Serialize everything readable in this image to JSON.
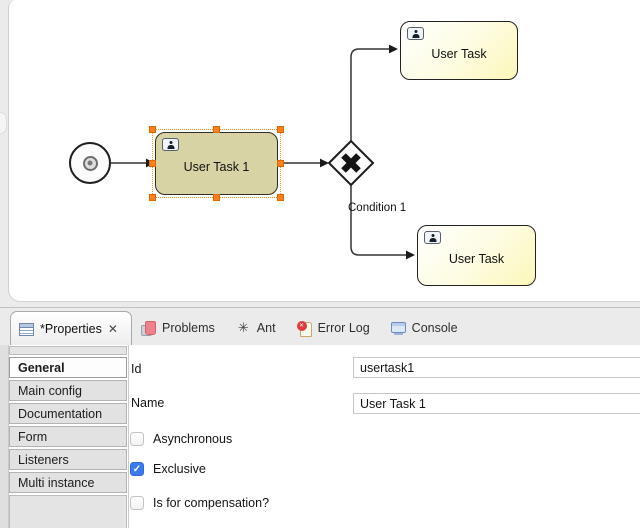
{
  "diagram": {
    "tasks": [
      {
        "label": "User Task 1",
        "selected": true
      },
      {
        "label": "User Task",
        "selected": false
      },
      {
        "label": "User Task",
        "selected": false
      }
    ],
    "condition_label": "Condition 1",
    "gateway": "exclusive-gateway",
    "start_event": "start-event"
  },
  "panel_tabs": {
    "properties": "*Properties",
    "problems": "Problems",
    "ant": "Ant",
    "error_log": "Error Log",
    "console": "Console"
  },
  "properties_view": {
    "sections": [
      "General",
      "Main config",
      "Documentation",
      "Form",
      "Listeners",
      "Multi instance"
    ],
    "active_section": "General",
    "id_label": "Id",
    "id_value": "usertask1",
    "name_label": "Name",
    "name_value": "User Task 1",
    "checkboxes": [
      {
        "label": "Asynchronous",
        "checked": false
      },
      {
        "label": "Exclusive",
        "checked": true
      },
      {
        "label": "Is for compensation?",
        "checked": false
      }
    ]
  },
  "icons": {
    "properties_tab": "table-icon",
    "close": "close-icon",
    "problems": "problems-marker-icon",
    "ant": "ant-icon",
    "error_log": "error-log-icon",
    "console": "console-icon",
    "task": "user-icon"
  },
  "colors": {
    "selected_task_fill": "#d7d3a4",
    "task_fill": "#fbf7b9",
    "selection_handle": "#ff7f1f",
    "checkbox_checked": "#3b7bf0",
    "connector": "#333333"
  }
}
